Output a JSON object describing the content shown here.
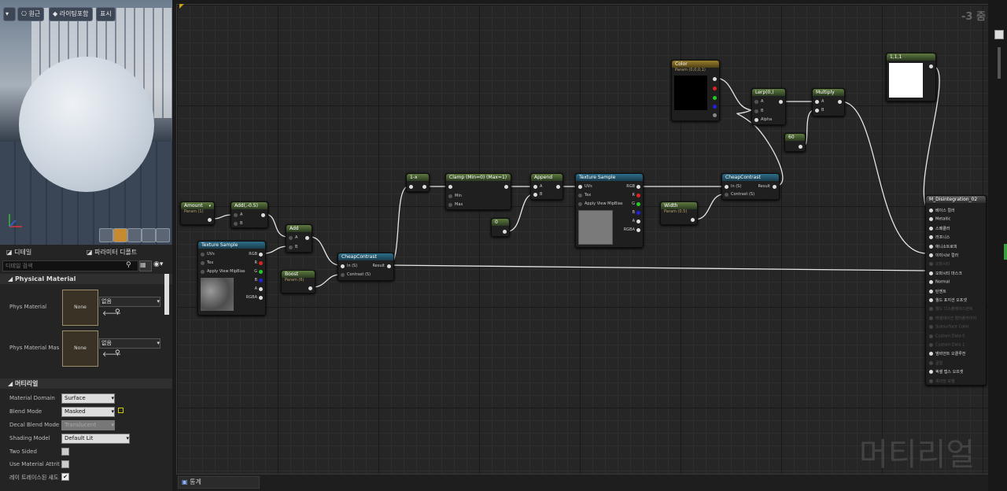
{
  "viewport_toolbar": {
    "perspective": "원근",
    "lighting": "라이팅포함",
    "show": "표시"
  },
  "tabs": {
    "details": "디테일",
    "params": "파라미터 디폴트"
  },
  "search_placeholder": "디테일 검색",
  "physical_material": {
    "header": "Physical Material",
    "phys_material_label": "Phys Material",
    "phys_material_mask_label": "Phys Material Mas",
    "none_label": "None",
    "none_value": "없음"
  },
  "material": {
    "header": "머티리얼",
    "domain_label": "Material Domain",
    "domain_value": "Surface",
    "blend_label": "Blend Mode",
    "blend_value": "Masked",
    "decal_label": "Decal Blend Mode",
    "decal_value": "Translucent",
    "shading_label": "Shading Model",
    "shading_value": "Default Lit",
    "two_sided_label": "Two Sided",
    "use_attr_label": "Use Material Attrit",
    "raytrace_label": "레이 트레이스된 섀도"
  },
  "graph": {
    "zoom": "-3 줌",
    "watermark": "머티리얼",
    "bottom_tab": "통계",
    "nodes": {
      "amount": {
        "title": "Amount",
        "sub": "Param (1)"
      },
      "add_neg": {
        "title": "Add(,-0.5)"
      },
      "add": {
        "title": "Add"
      },
      "texture1": {
        "title": "Texture Sample"
      },
      "boost": {
        "title": "Boost",
        "sub": "Param (6)"
      },
      "cheap1": {
        "title": "CheapContrast"
      },
      "oneminus": {
        "title": "1-x"
      },
      "clamp": {
        "title": "Clamp (Min=0) (Max=1)"
      },
      "zero": {
        "title": "0"
      },
      "append": {
        "title": "Append"
      },
      "texture2": {
        "title": "Texture Sample"
      },
      "width": {
        "title": "Width",
        "sub": "Param (0.5)"
      },
      "cheap2": {
        "title": "CheapContrast"
      },
      "color": {
        "title": "Color",
        "sub": "Param (0,0,0,1)"
      },
      "lerp": {
        "title": "Lerp(0,)"
      },
      "multiply": {
        "title": "Multiply"
      },
      "sixty": {
        "title": "60"
      },
      "const111": {
        "title": "1,1,1"
      },
      "output": {
        "title": "M_Disintegration_02"
      }
    },
    "pins": {
      "a": "A",
      "b": "B",
      "alpha": "Alpha",
      "uvs": "UVs",
      "tex": "Tex",
      "apply_mips": "Apply View MipBias",
      "rgb": "RGB",
      "r": "R",
      "g": "G",
      "bl": "B",
      "al": "A",
      "rgba": "RGBA",
      "in": "In (S)",
      "contrast": "Contrast (S)",
      "result": "Result",
      "min": "Min",
      "max": "Max"
    },
    "output_pins": [
      "베이스 컬러",
      "Metallic",
      "스페큘러",
      "러프니스",
      "애니소트로피",
      "이미시브 컬러",
      "오파시티",
      "오파시티 마스크",
      "Normal",
      "탄젠트",
      "월드 포지션 오프셋",
      "월드 디스플레이스먼트",
      "테셀레이션 멀티플라이어",
      "Subsurface Color",
      "Custom Data 0",
      "Custom Data 1",
      "앰비언트 오클루전",
      "굴절",
      "픽셀 뎁스 오프셋",
      "셰이딩 모델"
    ],
    "output_pins_enabled": [
      true,
      true,
      true,
      true,
      true,
      true,
      false,
      true,
      true,
      true,
      true,
      false,
      false,
      false,
      false,
      false,
      true,
      false,
      true,
      false
    ]
  },
  "colors": {
    "accent": "#4a7bd0",
    "node_green": "#5e7a3f",
    "node_teal": "#2d6e8a"
  }
}
